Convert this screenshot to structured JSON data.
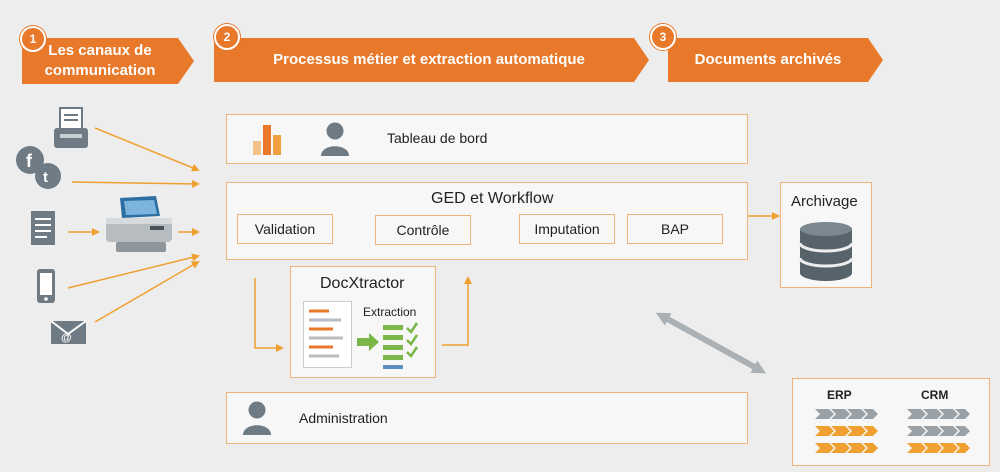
{
  "steps": [
    {
      "number": "1",
      "label_line1": "Les canaux de",
      "label_line2": "communication"
    },
    {
      "number": "2",
      "label": "Processus métier et extraction automatique"
    },
    {
      "number": "3",
      "label": "Documents archivés"
    }
  ],
  "dashboard": {
    "label": "Tableau de bord"
  },
  "workflow": {
    "title": "GED et Workflow",
    "tasks": [
      "Validation",
      "Contrôle",
      "Imputation",
      "BAP"
    ]
  },
  "archive": {
    "label": "Archivage"
  },
  "extractor": {
    "title": "DocXtractor",
    "step_label": "Extraction"
  },
  "administration": {
    "label": "Administration"
  },
  "systems": {
    "left": "ERP",
    "right": "CRM"
  },
  "channels": [
    "fax-icon",
    "social-media-icon",
    "document-icon",
    "smartphone-icon",
    "email-icon"
  ],
  "colors": {
    "accent": "#e8792a",
    "arrow": "#f0a030",
    "panel_border": "#f0b27a",
    "icon_gray": "#6e7b85",
    "green": "#7ab648"
  }
}
